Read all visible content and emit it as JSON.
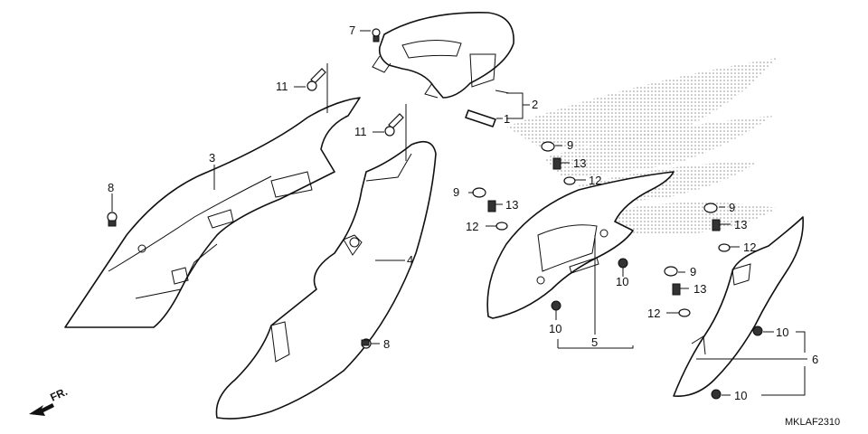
{
  "diagram": {
    "code": "MKLAF2310",
    "front_indicator": "FR.",
    "callouts": {
      "c1": "1",
      "c2": "2",
      "c3": "3",
      "c4": "4",
      "c5": "5",
      "c6": "6",
      "c7": "7",
      "c8a": "8",
      "c8b": "8",
      "c9a": "9",
      "c9b": "9",
      "c9c": "9",
      "c9d": "9",
      "c10a": "10",
      "c10b": "10",
      "c10c": "10",
      "c10d": "10",
      "c11a": "11",
      "c11b": "11",
      "c12a": "12",
      "c12b": "12",
      "c12c": "12",
      "c12d": "12",
      "c13a": "13",
      "c13b": "13",
      "c13c": "13",
      "c13d": "13"
    }
  }
}
